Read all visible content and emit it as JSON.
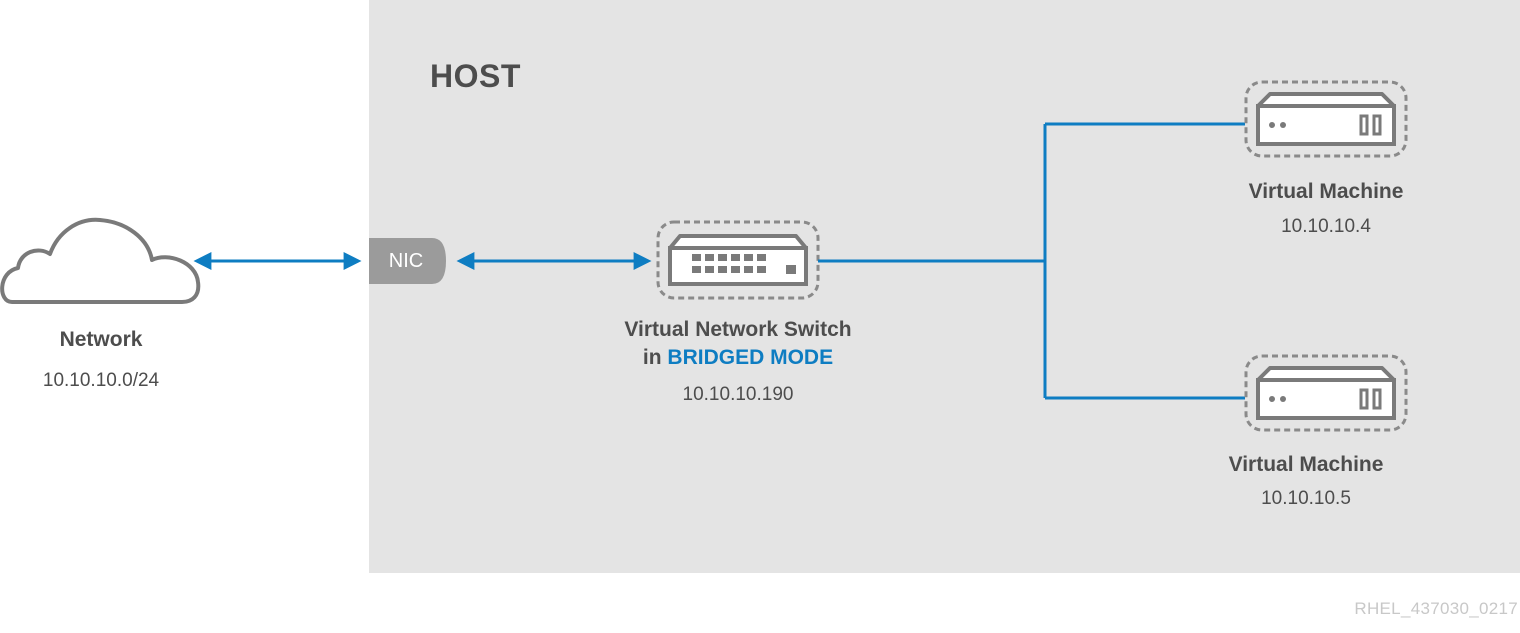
{
  "host": {
    "title": "HOST"
  },
  "network": {
    "name": "Network",
    "ip": "10.10.10.0/24"
  },
  "nic": {
    "label": "NIC"
  },
  "switch": {
    "line1": "Virtual Network Switch",
    "line2_prefix": "in",
    "line2_mode": "BRIDGED MODE",
    "ip": "10.10.10.190"
  },
  "vms": [
    {
      "name": "Virtual Machine",
      "ip": "10.10.10.4"
    },
    {
      "name": "Virtual Machine",
      "ip": "10.10.10.5"
    }
  ],
  "watermark": "RHEL_437030_0217",
  "colors": {
    "host_background": "#e4e4e4",
    "link": "#0e7dc2",
    "icon": "#7a7a7a",
    "nic": "#9b9b9b"
  },
  "icons": [
    "cloud-icon",
    "nic-icon",
    "switch-icon",
    "vm-server-icon"
  ]
}
